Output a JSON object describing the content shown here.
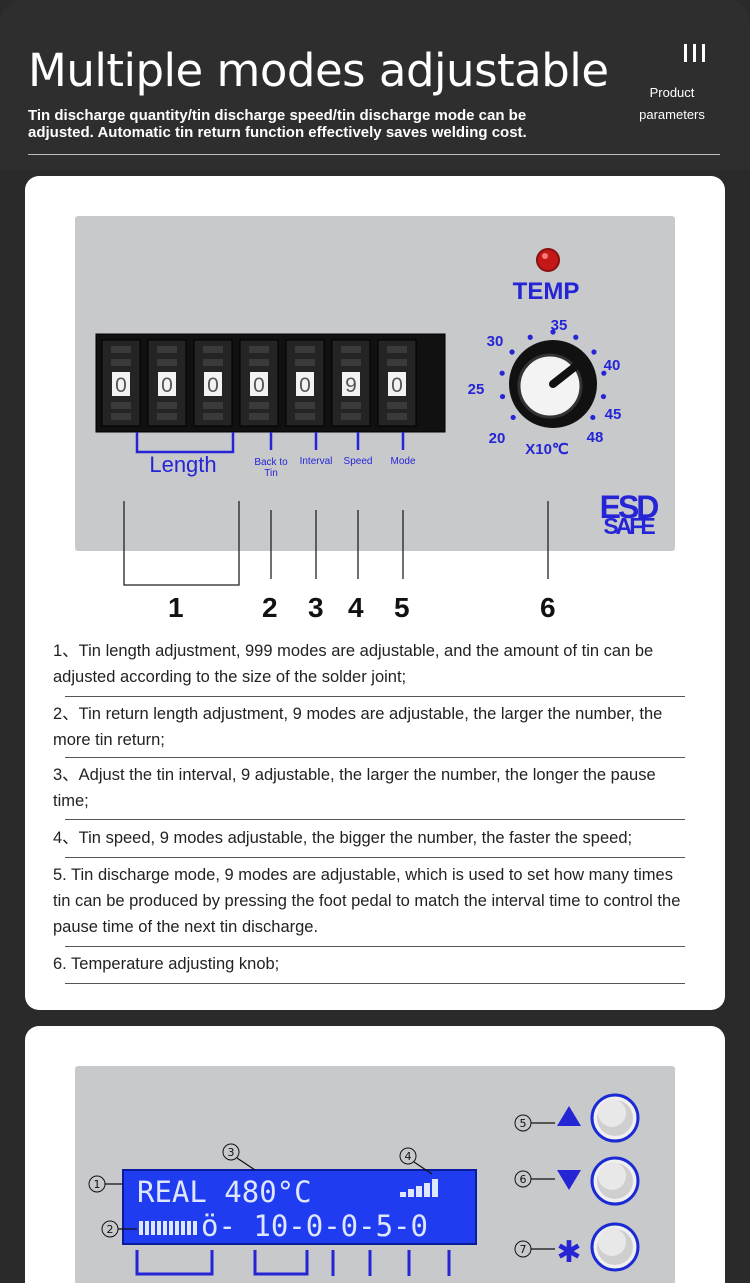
{
  "header": {
    "title": "Multiple modes adjustable",
    "subtitle": "Tin discharge quantity/tin discharge speed/tin discharge mode can be adjusted. Automatic tin return function effectively saves welding cost.",
    "product_params": "Product parameters"
  },
  "panel1": {
    "digits": [
      "0",
      "0",
      "0",
      "0",
      "0",
      "9",
      "0"
    ],
    "labels": {
      "length": "Length",
      "back_to_tin": "Back to Tin",
      "interval": "Interval",
      "speed": "Speed",
      "mode": "Mode"
    },
    "temp": "TEMP",
    "dial_numbers": [
      "20",
      "25",
      "30",
      "35",
      "40",
      "45",
      "48"
    ],
    "dial_unit": "X10℃",
    "esd_line1": "ESD",
    "esd_line2": "SAFE",
    "callouts": [
      "1",
      "2",
      "3",
      "4",
      "5",
      "6"
    ]
  },
  "descriptions": [
    "1、Tin length adjustment, 999 modes are adjustable, and the amount of tin can be adjusted according to the size of the solder joint;",
    "2、Tin return length adjustment, 9 modes are adjustable, the larger the number, the more tin return;",
    "3、Adjust the tin interval, 9 adjustable, the larger the number, the longer the pause time;",
    "4、Tin speed, 9 modes adjustable, the bigger the number, the faster the speed;",
    "5. Tin discharge mode, 9 modes are adjustable, which is used to set how many times tin can be produced by pressing the foot pedal to match the interval time to control the pause time of the next tin discharge.",
    "6. Temperature adjusting knob;"
  ],
  "panel2": {
    "lcd_line1": "REAL 480°C",
    "lcd_line2_text": "ö- 10-0-0-5-0",
    "callouts": [
      "①",
      "②",
      "③",
      "④",
      "⑤",
      "⑥",
      "⑦"
    ],
    "button_symbols": [
      "▲",
      "▼",
      "✱"
    ]
  },
  "colors": {
    "accent_blue": "#2525d6",
    "panel_gray": "#c8c9cb",
    "lcd_blue": "#1f3cf0"
  }
}
